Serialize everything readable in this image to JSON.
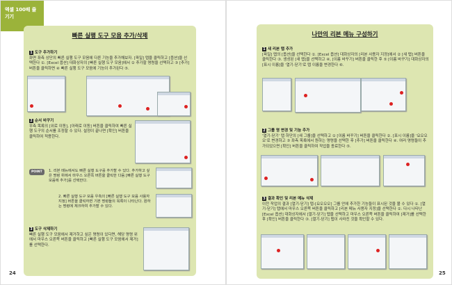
{
  "left_page": {
    "tab_label": "엑셀 100배 즐기기",
    "title": "빠른 실행 도구 모음 추가/삭제",
    "page_number": "24",
    "sections": [
      {
        "num": "1",
        "heading": "도구 추가하기",
        "text": "화면 좌측 상단의 빠른 실행 도구 모음에 다른 기능을 추가해보자. [파일] 탭을 클릭하고 [옵션]을 선택한다 ①. [Excel 옵션] 대화상자의 [빠른 실행 도구 모음]에서 ② 추가할 명령을 선택하고 ③ [추가] 버튼을 클릭하면 ④ 빠른 실행 도구 모음에 기능이 추가된다 ⑤."
      },
      {
        "num": "2",
        "heading": "순서 바꾸기",
        "text": "우측 목록의 [위로 이동], [아래로 이동] 버튼을 클릭하여 빠른 실행 도구의 순서를 조정할 수 있다. 설정이 끝나면 [확인] 버튼을 클릭하여 적용한다."
      },
      {
        "num": "3",
        "heading": "도구 삭제하기",
        "text": "빠른 실행 도구 모음에서 제거하고 싶은 명령이 있다면, 해당 명령 위에서 마우스 오른쪽 버튼을 클릭하고 [빠른 실행 도구 모음에서 제거]를 선택한다."
      }
    ],
    "point": {
      "badge": "POINT",
      "items": [
        "1. 리본 메뉴에서도 빠른 실행 도구를 추가할 수 있다. 추가하고 싶은 명령 위에서 마우스 오른쪽 버튼을 클릭한 다음 [빠른 실행 도구 모음에 추가]를 선택한다.",
        "2. 빠른 실행 도구 모음 우측의 [빠른 실행 도구 모음 사용자 지정] 버튼을 클릭하면 기본 명령들의 목록이 나타난다. 원하는 명령에 체크하여 추가할 수 있다."
      ]
    }
  },
  "right_page": {
    "title": "나만의 리본 메뉴 구성하기",
    "page_number": "25",
    "sections": [
      {
        "num": "1",
        "heading": "새 리본 탭 추가",
        "text": "[파일] 탭의 [옵션]을 선택한다 ①. [Excel 옵션] 대화상자의 [리본 사용자 지정]에서 ② [새 탭] 버튼을 클릭한다 ③. 생성된 [새 탭]을 선택하고 ④, [이름 바꾸기] 버튼을 클릭한 후 ⑤ [이름 바꾸기] 대화상자의 [표시 이름]을 '열기-닫기'로 탭 이름을 변경한다 ⑥."
      },
      {
        "num": "2",
        "heading": "그룹 명 변경 및 기능 추가",
        "text": "'열기-닫기' 탭 하단의 [새 그룹]을 선택하고 ① [이름 바꾸기] 버튼을 클릭한다 ②. [표시 이름]을 '요오오오'로 변경하고 ③ 좌측 목록에서 원하는 명령을 선택한 후 [추가] 버튼을 클릭한다 ④. 여러 명령들이 추가되었으면 [확인] 버튼을 클릭하여 작업을 종료한다 ⑤."
      },
      {
        "num": "3",
        "heading": "결과 확인 및 리본 메뉴 삭제",
        "text": "이전 작업의 결과 [열기-닫기] 탭-[요오오오] 그룹 안에 추가한 기능들이 표시된 것을 볼 수 있다 ①. [열기-닫기] 탭에서 마우스 오른쪽 버튼을 클릭하고 [리본 메뉴 사용자 지정]을 선택한다 ②. 다시 나타난 [Excel 옵션] 대화상자에서 [열기-닫기] 탭을 선택하고 마우스 오른쪽 버튼을 클릭하여 [제거]를 선택한 후 [확인] 버튼을 클릭한다 ③. [열기-닫기] 탭이 사라진 것을 확인할 수 있다."
      }
    ]
  }
}
